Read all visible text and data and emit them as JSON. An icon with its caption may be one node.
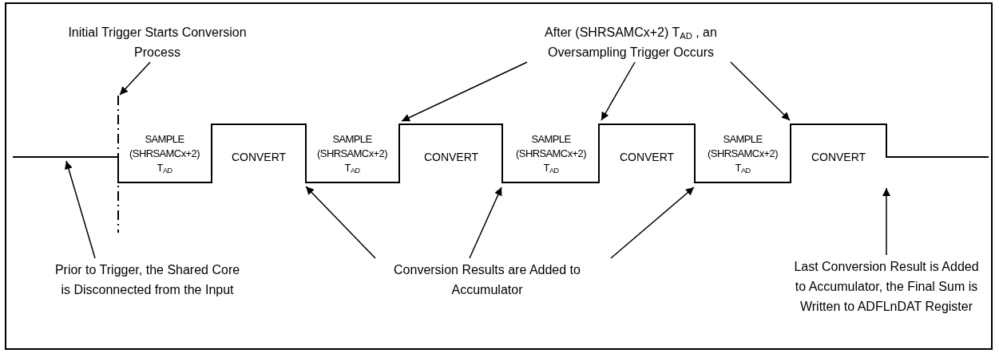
{
  "diagram": {
    "nodes": [
      {
        "text": [
          "Initial Trigger Starts Conversion Process"
        ]
      },
      {
        "text": [
          "After (SHRSAMCx+2) T$_{AD}$ , an Oversampling Trigger Occurs"
        ]
      },
      {
        "text": [
          "Prior to Trigger, the Shared Core is Disconnected from the Input"
        ]
      },
      {
        "text": [
          "Conversion Results are Added to Accumulator"
        ]
      },
      {
        "text": [
          "Last Conversion Result is Added to Accumulator, the Final Sum is Written to ADFLnDAT Register"
        ]
      }
    ],
    "edges": [
      {
        "from": 0,
        "to": null,
        "arrow": "to"
      },
      {
        "from": 1,
        "to": null,
        "arrow": "to"
      },
      {
        "from": 1,
        "to": null,
        "arrow": "to"
      },
      {
        "from": 1,
        "to": null,
        "arrow": "to"
      },
      {
        "from": 2,
        "to": null,
        "arrow": "to"
      },
      {
        "from": 3,
        "to": null,
        "arrow": "to"
      },
      {
        "from": 3,
        "to": null,
        "arrow": "to"
      },
      {
        "from": 3,
        "to": null,
        "arrow": "to"
      },
      {
        "from": 4,
        "to": null,
        "arrow": "to"
      }
    ],
    "labels": [
      "SAMPLE (SHRSAMCx+2) T$_{AD}$",
      "CONVERT",
      "SAMPLE (SHRSAMCx+2) T$_{AD}$",
      "CONVERT",
      "SAMPLE (SHRSAMCx+2) T$_{AD}$",
      "CONVERT",
      "SAMPLE (SHRSAMCx+2) T$_{AD}$",
      "CONVERT"
    ]
  }
}
